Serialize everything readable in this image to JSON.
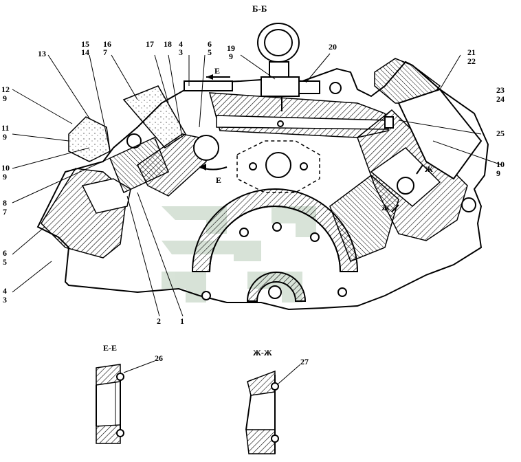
{
  "title": "Б-Б",
  "section_labels": {
    "e_top": "Е",
    "e_bottom": "Е",
    "zh_upper": "Ж",
    "zh_lower": "Ж"
  },
  "callouts": {
    "c13": "13",
    "c15_14": [
      "15",
      "14"
    ],
    "c16_7": [
      "16",
      "7"
    ],
    "c17": "17",
    "c18": "18",
    "c4_3_top": [
      "4",
      "3"
    ],
    "c6_5_top": [
      "6",
      "5"
    ],
    "c19_9": [
      "19",
      "9"
    ],
    "c20": "20",
    "c21_22": [
      "21",
      "22"
    ],
    "c23_24": [
      "23",
      "24"
    ],
    "c25": "25",
    "c10_9_right": [
      "10",
      "9"
    ],
    "c12_9": [
      "12",
      "9"
    ],
    "c11_9": [
      "11",
      "9"
    ],
    "c10_9_left": [
      "10",
      "9"
    ],
    "c8_7": [
      "8",
      "7"
    ],
    "c6_5_left": [
      "6",
      "5"
    ],
    "c4_3_left": [
      "4",
      "3"
    ],
    "c2": "2",
    "c1": "1"
  },
  "details": {
    "ee": {
      "title": "Е-Е",
      "callout": "26"
    },
    "zhzh": {
      "title": "Ж-Ж",
      "callout": "27"
    }
  }
}
